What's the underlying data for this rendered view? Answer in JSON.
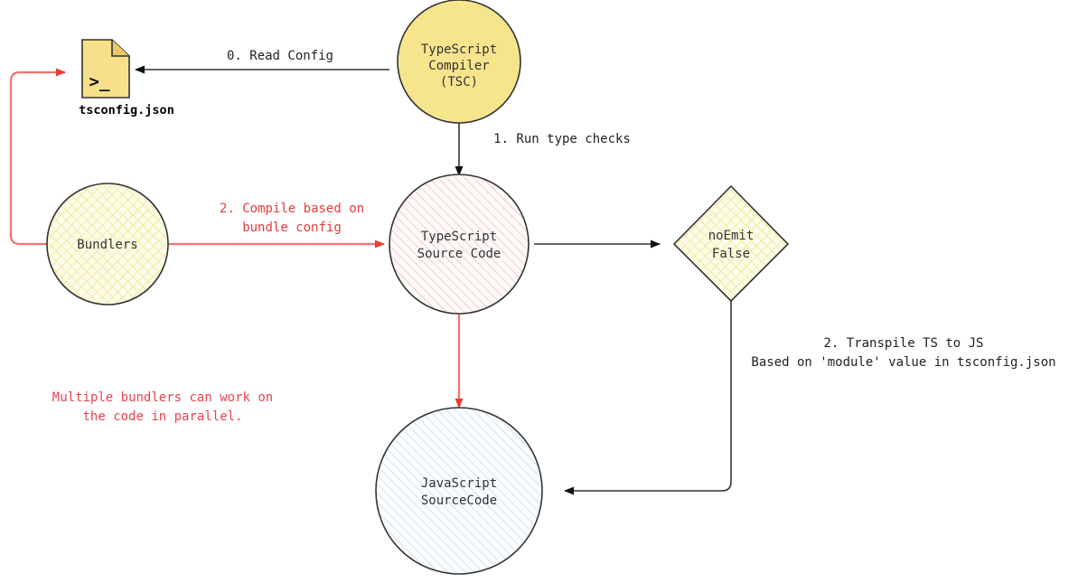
{
  "diagram": {
    "title": "TypeScript Compilation Flow",
    "background": "#ffffff",
    "colors": {
      "node_yellow": "#f6e58d",
      "node_yellow_solid": "#f7e08a",
      "hatch_yellow": "#fcfbe4",
      "hatch_pink": "#fdf6f6",
      "hatch_blue": "#f2f9fd",
      "stroke_dark": "#333333",
      "accent_red": "#e8434d",
      "edge_red": "#f4726e"
    },
    "nodes": [
      {
        "id": "tsconfig",
        "shape": "document",
        "glyph": ">_",
        "caption": "tsconfig.json"
      },
      {
        "id": "tsc",
        "shape": "circle",
        "fill": "solid-yellow",
        "lines": [
          "TypeScript",
          "Compiler",
          "(TSC)"
        ]
      },
      {
        "id": "bundlers",
        "shape": "circle",
        "fill": "crosshatch-yellow",
        "lines": [
          "Bundlers"
        ]
      },
      {
        "id": "ts_source",
        "shape": "circle",
        "fill": "hatch-pink",
        "lines": [
          "TypeScript",
          "Source Code"
        ]
      },
      {
        "id": "no_emit",
        "shape": "diamond",
        "fill": "crosshatch-yellow",
        "lines": [
          "noEmit",
          "False"
        ]
      },
      {
        "id": "js_source",
        "shape": "circle",
        "fill": "hatch-blue",
        "lines": [
          "JavaScript",
          "SourceCode"
        ]
      }
    ],
    "edges": [
      {
        "id": "read-config",
        "from": "tsc",
        "to": "tsconfig",
        "color": "dark",
        "label_lines": [
          "0. Read Config"
        ]
      },
      {
        "id": "run-type-checks",
        "from": "tsc",
        "to": "ts_source",
        "color": "dark",
        "label_lines": [
          "1. Run type checks"
        ]
      },
      {
        "id": "compile-bundle",
        "from": "bundlers",
        "to": "ts_source",
        "color": "red",
        "label_lines": [
          "2. Compile based on",
          "bundle config"
        ]
      },
      {
        "id": "bundlers-read-config",
        "from": "bundlers",
        "to": "tsconfig",
        "color": "red",
        "label_lines": []
      },
      {
        "id": "check-emit",
        "from": "ts_source",
        "to": "no_emit",
        "color": "dark",
        "label_lines": []
      },
      {
        "id": "transpile",
        "from": "no_emit",
        "to": "js_source",
        "color": "dark",
        "label_lines": [
          "2. Transpile TS to JS",
          "Based on 'module' value in tsconfig.json"
        ]
      },
      {
        "id": "ts-to-js-red",
        "from": "ts_source",
        "to": "js_source",
        "color": "red",
        "label_lines": []
      }
    ],
    "notes": [
      {
        "id": "parallel-note",
        "color": "red",
        "lines": [
          "Multiple bundlers can work on",
          "the code in parallel."
        ]
      }
    ]
  },
  "labels": {
    "tsconfig_caption": "tsconfig.json",
    "tsconfig_glyph": ">_",
    "tsc_line1": "TypeScript",
    "tsc_line2": "Compiler",
    "tsc_line3": "(TSC)",
    "bundlers_line1": "Bundlers",
    "ts_source_line1": "TypeScript",
    "ts_source_line2": "Source Code",
    "no_emit_line1": "noEmit",
    "no_emit_line2": "False",
    "js_source_line1": "JavaScript",
    "js_source_line2": "SourceCode",
    "edge_read_config": "0. Read Config",
    "edge_run_type_checks": "1. Run type checks",
    "edge_compile_line1": "2. Compile based on",
    "edge_compile_line2": "bundle config",
    "edge_transpile_line1": "2. Transpile TS to JS",
    "edge_transpile_line2": "Based on 'module' value in tsconfig.json",
    "note_line1": "Multiple bundlers can work on",
    "note_line2": "the code in parallel."
  }
}
